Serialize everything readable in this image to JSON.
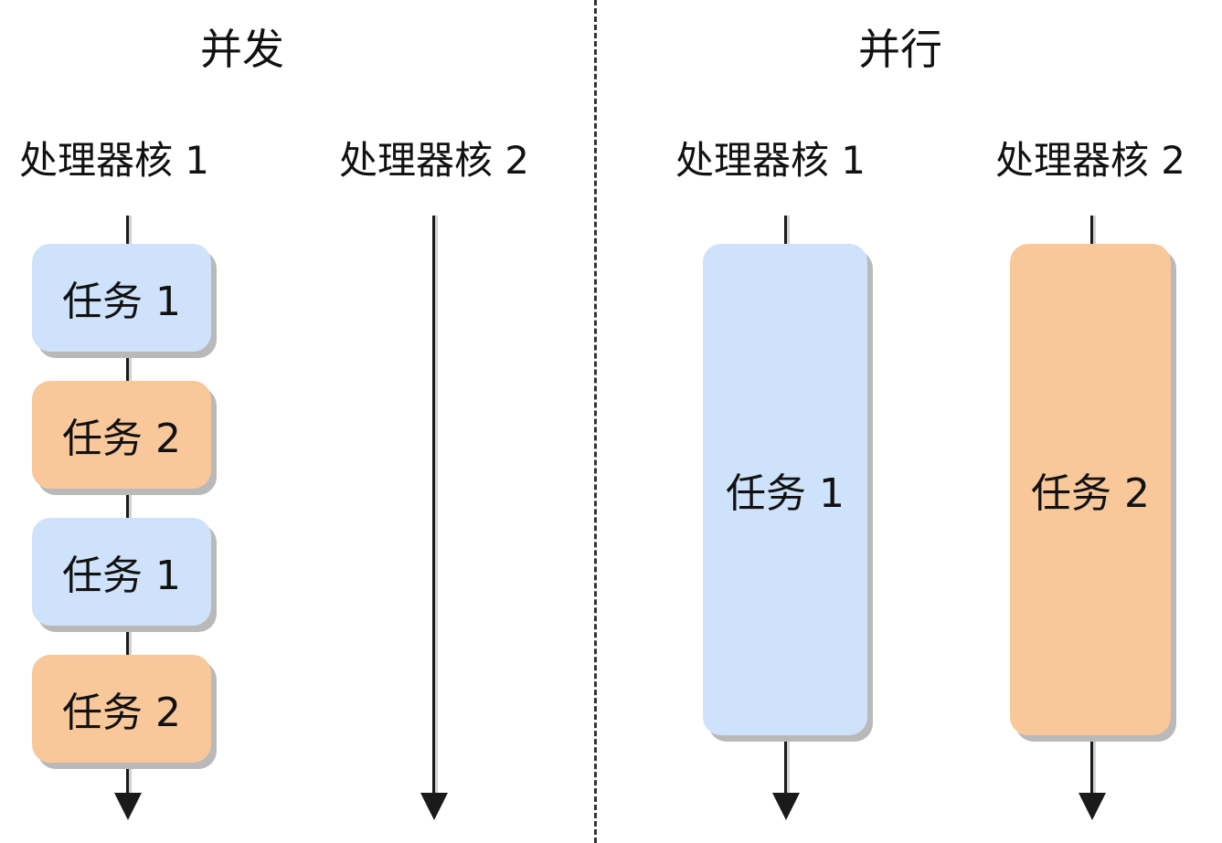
{
  "concurrency": {
    "title": "并发",
    "core1_label": "处理器核 1",
    "core2_label": "处理器核 2",
    "tasks": [
      "任务 1",
      "任务 2",
      "任务 1",
      "任务 2"
    ]
  },
  "parallelism": {
    "title": "并行",
    "core1_label": "处理器核 1",
    "core2_label": "处理器核 2",
    "tasks": [
      "任务 1",
      "任务 2"
    ]
  },
  "colors": {
    "task1_fill": "#cfe2fb",
    "task2_fill": "#f9c89a",
    "shadow": "#b9b9b9",
    "line": "#1a1a1a"
  }
}
